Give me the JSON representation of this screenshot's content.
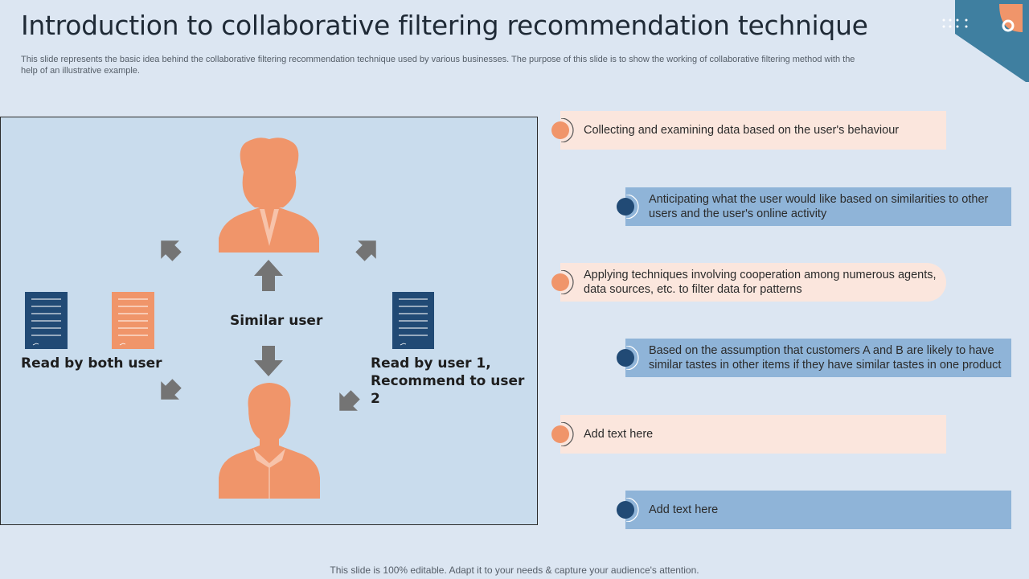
{
  "header": {
    "title": "Introduction to collaborative filtering recommendation technique",
    "subtitle": "This slide represents the basic idea behind the collaborative filtering recommendation technique used by various businesses. The purpose of this slide is to show the working of collaborative filtering method with the help of an illustrative example."
  },
  "diagram": {
    "similar_user_label": "Similar user",
    "read_by_both_label": "Read by both user",
    "read_by_user1_line1": "Read by user 1,",
    "read_by_user1_line2": "Recommend to user 2"
  },
  "steps": [
    {
      "text": "Collecting and examining data based on the user's behaviour",
      "style": "peach"
    },
    {
      "text": "Anticipating what the user would like based on similarities to other users and the user's online activity",
      "style": "blue"
    },
    {
      "text": "Applying techniques involving cooperation among numerous agents, data sources, etc. to filter data for patterns",
      "style": "peach"
    },
    {
      "text": "Based on the assumption that customers A and B are likely to have similar tastes in other items if they have similar tastes in one product",
      "style": "blue"
    },
    {
      "text": "Add text here",
      "style": "peach"
    },
    {
      "text": "Add text here",
      "style": "blue"
    }
  ],
  "colors": {
    "peach": "#f0956a",
    "navy": "#214a75",
    "arrow": "#747474",
    "accent_teal": "#3f7fa0"
  },
  "footer": "This slide is 100% editable. Adapt it to your needs & capture your audience's attention."
}
